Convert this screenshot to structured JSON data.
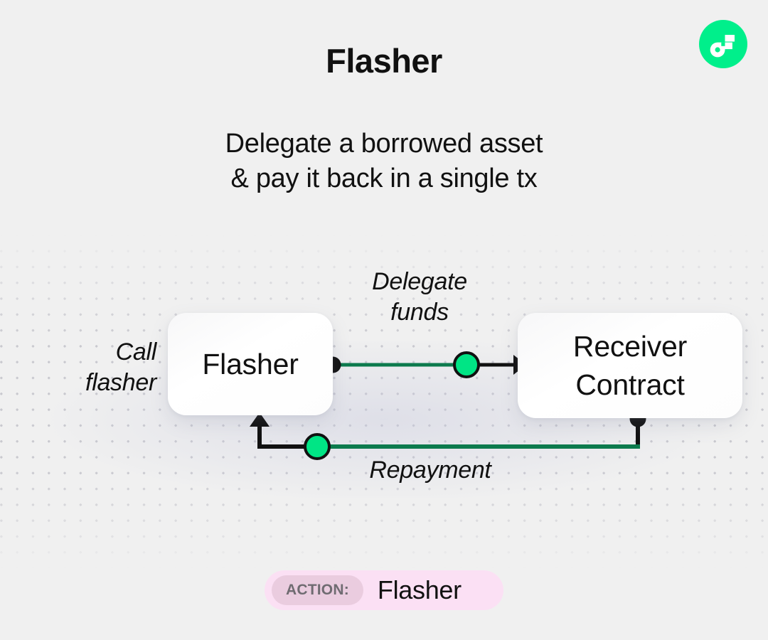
{
  "page": {
    "background_color": "#f0f0f0",
    "accent_green": "#00ef8b",
    "badge_bg": "#fbe0f4",
    "badge_key_bg": "#eaccdf"
  },
  "logo": {
    "name": "flow-logo",
    "background_color": "#00ef8b",
    "mark_color": "#ffffff"
  },
  "header": {
    "title": "Flasher",
    "subtitle_line1": "Delegate a borrowed asset",
    "subtitle_line2": "& pay it back in a single tx"
  },
  "diagram": {
    "nodes": [
      {
        "id": "flasher",
        "label": "Flasher"
      },
      {
        "id": "receiver",
        "label_line1": "Receiver",
        "label_line2": "Contract"
      }
    ],
    "labels": {
      "call_line1": "Call",
      "call_line2": "flasher",
      "delegate_line1": "Delegate",
      "delegate_line2": "funds",
      "repayment": "Repayment"
    },
    "connector_color": "#111111",
    "token_color": "#00e585"
  },
  "action": {
    "key": "ACTION:",
    "value": "Flasher"
  }
}
